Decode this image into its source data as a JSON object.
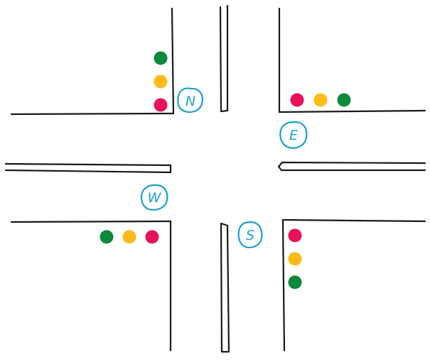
{
  "colors": {
    "red": "#e8115b",
    "yellow": "#fdbb1a",
    "green": "#0a8a3a",
    "badge": "#1a9fd0",
    "ink": "#1a1a1a"
  },
  "directions": {
    "north": {
      "label": "N"
    },
    "east": {
      "label": "E"
    },
    "south": {
      "label": "S"
    },
    "west": {
      "label": "W"
    }
  },
  "signals": {
    "north": {
      "orientation": "vertical",
      "order": [
        "green",
        "yellow",
        "red"
      ]
    },
    "east": {
      "orientation": "horizontal",
      "order": [
        "red",
        "yellow",
        "green"
      ]
    },
    "south": {
      "orientation": "vertical",
      "order": [
        "red",
        "yellow",
        "green"
      ]
    },
    "west": {
      "orientation": "horizontal",
      "order": [
        "green",
        "yellow",
        "red"
      ]
    }
  }
}
